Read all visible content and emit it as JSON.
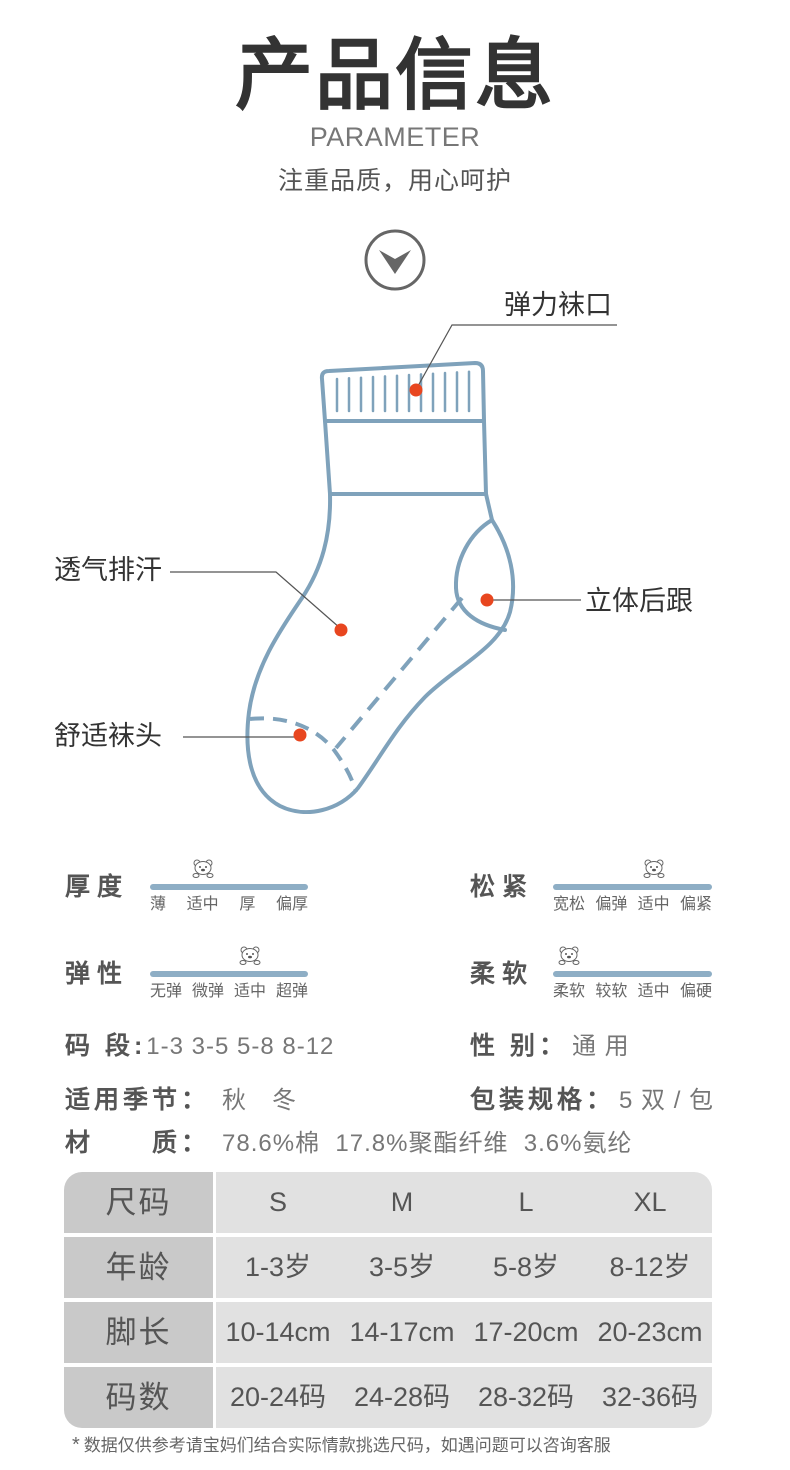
{
  "header": {
    "title": "产品信息",
    "subtitle": "PARAMETER",
    "tagline": "注重品质，用心呵护"
  },
  "diagram": {
    "callouts": {
      "cuff": "弹力袜口",
      "body": "透气排汗",
      "heel": "立体后跟",
      "toe": "舒适袜头"
    }
  },
  "scales": [
    {
      "label": "厚度",
      "levels": [
        "薄",
        "适中",
        "厚",
        "偏厚"
      ],
      "selected_level": 1
    },
    {
      "label": "松紧",
      "levels": [
        "宽松",
        "偏弹",
        "适中",
        "偏紧"
      ],
      "selected_level": 2
    },
    {
      "label": "弹性",
      "levels": [
        "无弹",
        "微弹",
        "适中",
        "超弹"
      ],
      "selected_level": 2
    },
    {
      "label": "柔软",
      "levels": [
        "柔软",
        "较软",
        "适中",
        "偏硬"
      ],
      "selected_level": 0
    }
  ],
  "specs": {
    "size_range": {
      "label": "码 段:",
      "value": "1-3 3-5 5-8 8-12"
    },
    "gender": {
      "label": "性 别：",
      "value": "通 用"
    },
    "season": {
      "label": "适用季节：",
      "value": "秋　冬"
    },
    "package": {
      "label": "包装规格：",
      "value": "5 双 / 包"
    },
    "material": {
      "label": "材　　质：",
      "value": "78.6%棉  17.8%聚酯纤维  3.6%氨纶"
    }
  },
  "size_table": {
    "rows": [
      {
        "head": "尺码",
        "cells": [
          "S",
          "M",
          "L",
          "XL"
        ]
      },
      {
        "head": "年龄",
        "cells": [
          "1-3岁",
          "3-5岁",
          "5-8岁",
          "8-12岁"
        ]
      },
      {
        "head": "脚长",
        "cells": [
          "10-14cm",
          "14-17cm",
          "17-20cm",
          "20-23cm"
        ]
      },
      {
        "head": "码数",
        "cells": [
          "20-24码",
          "24-28码",
          "28-32码",
          "32-36码"
        ]
      }
    ]
  },
  "footnote": {
    "marker": "*",
    "text": "数据仅供参考请宝妈们结合实际情款挑选尺码，如遇问题可以咨询客服"
  },
  "icons": {
    "scroll_hint": "chevron-down-circle-icon",
    "level_marker": "bear-icon"
  },
  "colors": {
    "sock_outline": "#7fa2bb",
    "highlight_dot": "#e8461f",
    "scale_bar": "#8eaec5",
    "table_header_column": "#c9c9c9",
    "table_cell": "#e1e1e1"
  }
}
